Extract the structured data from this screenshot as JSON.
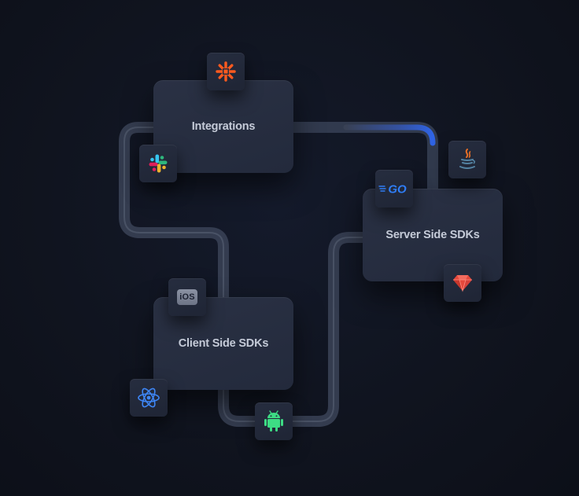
{
  "cards": {
    "integrations": {
      "label": "Integrations"
    },
    "server_sdks": {
      "label": "Server Side SDKs"
    },
    "client_sdks": {
      "label": "Client Side SDKs"
    }
  },
  "icons": {
    "zapier": {
      "icon": "zapier-asterisk-icon",
      "color": "#ff5a1f"
    },
    "slack": {
      "icon": "slack-icon",
      "colors": [
        "#36c5f0",
        "#2eb67d",
        "#ecb22e",
        "#e01e5a"
      ]
    },
    "java": {
      "icon": "java-cup-icon",
      "colors": [
        "#e76f26",
        "#5382a1"
      ]
    },
    "go": {
      "icon": "go-logo-icon",
      "label": "GO",
      "color": "#2f7df6"
    },
    "ruby": {
      "icon": "ruby-gem-icon",
      "color": "#e5483b"
    },
    "ios": {
      "icon": "ios-badge-icon",
      "label": "iOS"
    },
    "react": {
      "icon": "react-atom-icon",
      "color": "#3e86f5"
    },
    "android": {
      "icon": "android-robot-icon",
      "color": "#3ddc84"
    }
  },
  "accent": "#2f6bff"
}
